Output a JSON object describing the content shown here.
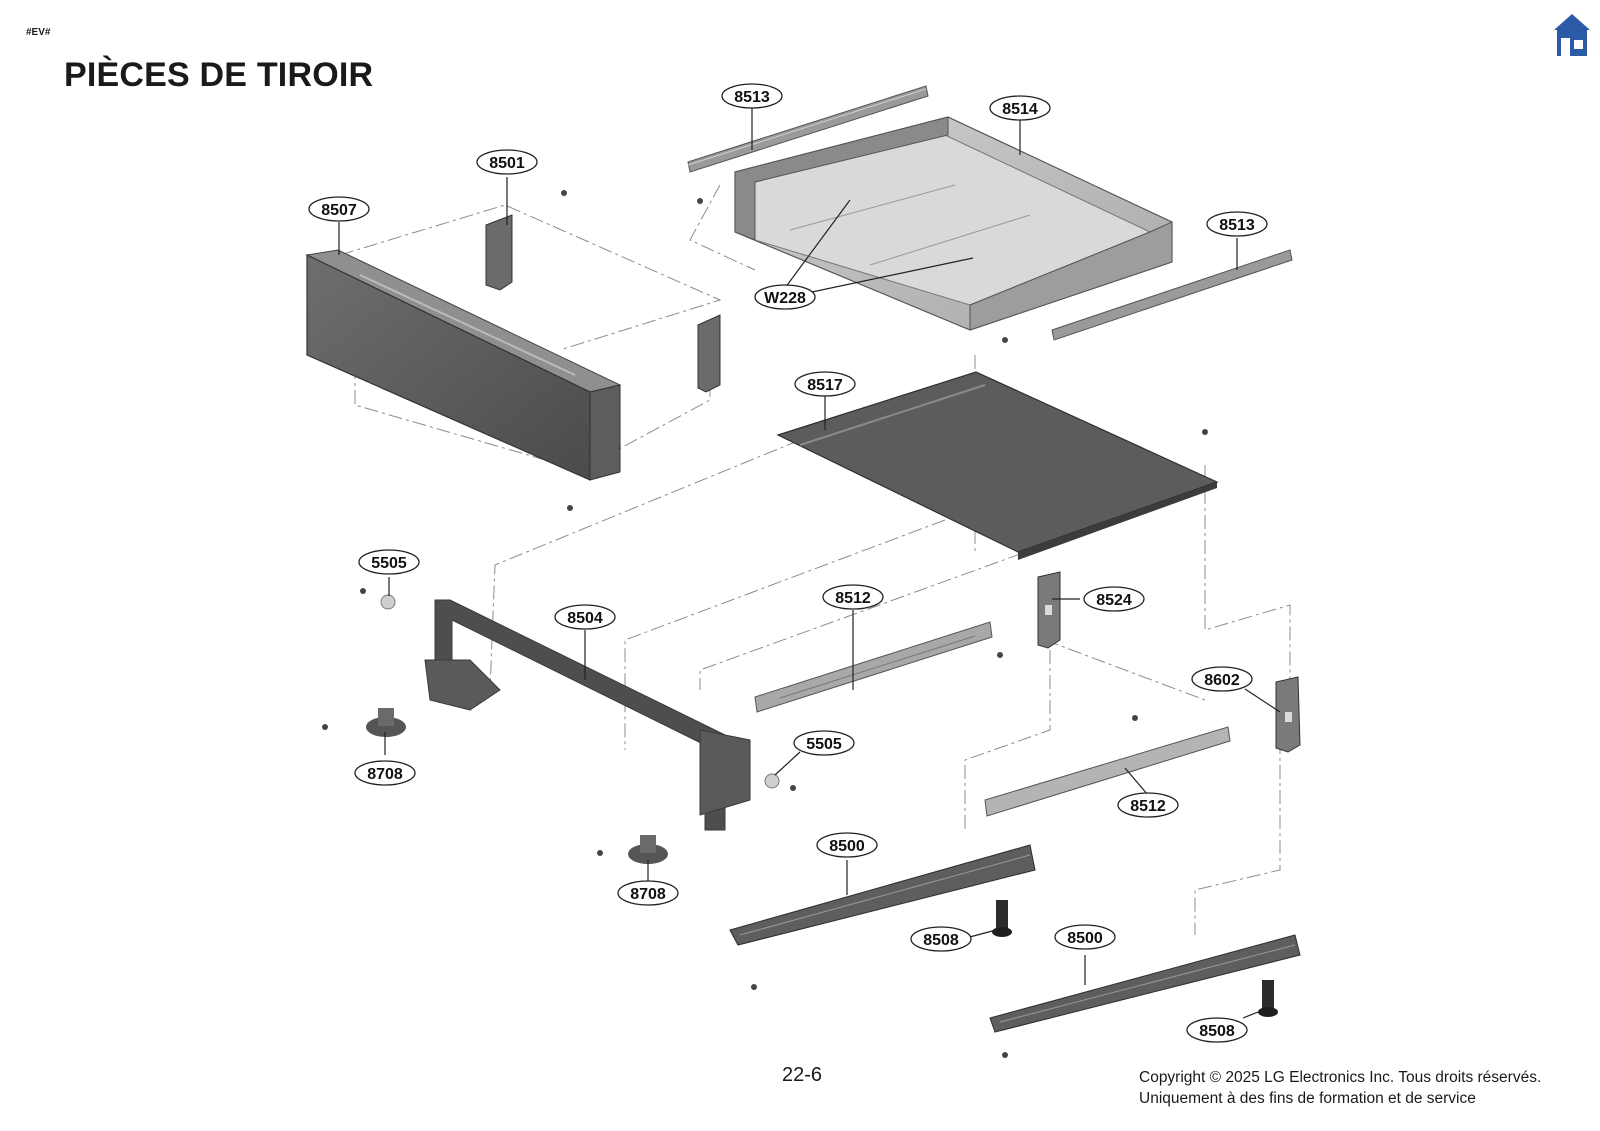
{
  "header": {
    "tag": "#EV#",
    "title": "PIÈCES DE TIROIR"
  },
  "nav": {
    "home_icon": "home-icon",
    "home_color": "#2b5aa6"
  },
  "parts": [
    {
      "id": "p8513a",
      "label": "8513"
    },
    {
      "id": "p8514",
      "label": "8514"
    },
    {
      "id": "p8501",
      "label": "8501"
    },
    {
      "id": "p8507",
      "label": "8507"
    },
    {
      "id": "p8513b",
      "label": "8513"
    },
    {
      "id": "pW228",
      "label": "W228"
    },
    {
      "id": "p8517",
      "label": "8517"
    },
    {
      "id": "p5505a",
      "label": "5505"
    },
    {
      "id": "p8504",
      "label": "8504"
    },
    {
      "id": "p8512a",
      "label": "8512"
    },
    {
      "id": "p8524",
      "label": "8524"
    },
    {
      "id": "p8602",
      "label": "8602"
    },
    {
      "id": "p5505b",
      "label": "5505"
    },
    {
      "id": "p8708a",
      "label": "8708"
    },
    {
      "id": "p8512b",
      "label": "8512"
    },
    {
      "id": "p8500a",
      "label": "8500"
    },
    {
      "id": "p8708b",
      "label": "8708"
    },
    {
      "id": "p8508a",
      "label": "8508"
    },
    {
      "id": "p8500b",
      "label": "8500"
    },
    {
      "id": "p8508b",
      "label": "8508"
    }
  ],
  "footer": {
    "page_number": "22-6",
    "copyright_line1": "Copyright © 2025 LG Electronics Inc. Tous droits réservés.",
    "copyright_line2": "Uniquement à des fins de formation et de service"
  }
}
